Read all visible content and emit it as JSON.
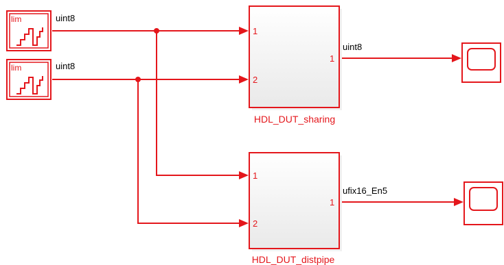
{
  "colors": {
    "signal": "#e4161b",
    "block_label": "#e4161b",
    "wire_label": "#000000",
    "background": "#ffffff",
    "subsystem_fill_top": "#ffffff",
    "subsystem_fill_bottom": "#e9e9e9"
  },
  "sources": [
    {
      "id": "source_1",
      "icon_label": "lim",
      "output_label": "uint8"
    },
    {
      "id": "source_2",
      "icon_label": "lim",
      "output_label": "uint8"
    }
  ],
  "subsystems": [
    {
      "id": "sharing",
      "name": "HDL_DUT_sharing",
      "inport_labels": [
        "1",
        "2"
      ],
      "outport_label": "1",
      "output_signal_label": "uint8"
    },
    {
      "id": "distpipe",
      "name": "HDL_DUT_distpipe",
      "inport_labels": [
        "1",
        "2"
      ],
      "outport_label": "1",
      "output_signal_label": "ufix16_En5"
    }
  ],
  "scopes": [
    {
      "id": "scope_1",
      "icon": "scope-icon"
    },
    {
      "id": "scope_2",
      "icon": "scope-icon"
    }
  ]
}
